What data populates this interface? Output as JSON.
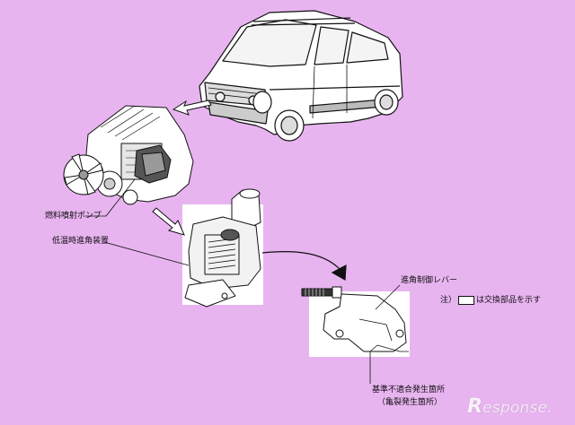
{
  "labels": {
    "fuel_pump": "燃料噴射ポンプ",
    "cold_advance": "低温時進角装置",
    "advance_lever": "進角制御レバー",
    "note_prefix": "注）",
    "note_suffix": "は交換部品を示す",
    "defect_line1": "基準不適合発生箇所",
    "defect_line2": "（亀裂発生箇所）"
  },
  "watermark": {
    "text": "esponse."
  },
  "colors": {
    "background": "#e8b4f0",
    "panel": "#ffffff",
    "line": "#111111"
  }
}
